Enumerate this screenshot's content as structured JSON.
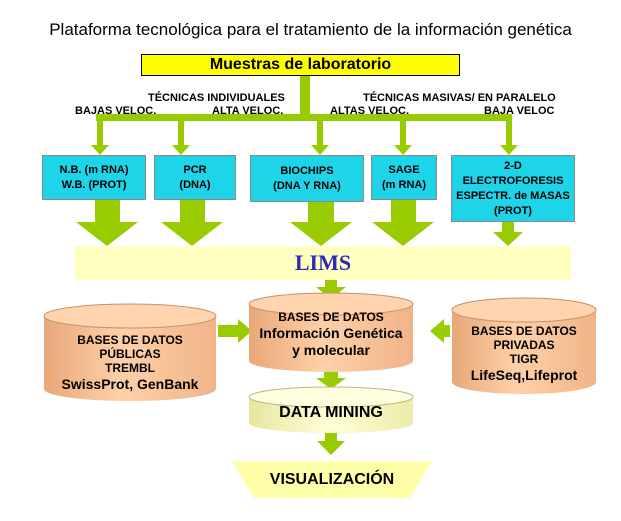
{
  "title": "Plataforma tecnológica para el tratamiento de la información genética",
  "samples": "Muestras de laboratorio",
  "labels": {
    "individual": "TÉCNICAS INDIVIDUALES",
    "massive": "TÉCNICAS MASIVAS/ EN PARALELO",
    "low_speed_1": "BAJAS VELOC.",
    "high_speed_1": "ALTA VELOC.",
    "high_speed_2": "ALTAS VELOC.",
    "low_speed_2": "BAJA VELOC"
  },
  "techniques": [
    {
      "line1": "N.B. (m RNA)",
      "line2": "W.B. (PROT)"
    },
    {
      "line1": "PCR",
      "line2": "(DNA)"
    },
    {
      "line1": "BIOCHIPS",
      "line2": "(DNA Y RNA)"
    },
    {
      "line1": "SAGE",
      "line2": "(m RNA)"
    },
    {
      "line1": "2-D",
      "line2": "ELECTROFORESIS",
      "line3": "ESPECTR. de MASAS",
      "line4": "(PROT)"
    }
  ],
  "lims": "LIMS",
  "db_public": {
    "line1": "BASES DE DATOS",
    "line2": "PÚBLICAS",
    "line3": "TREMBL",
    "line4": "SwissProt, GenBank"
  },
  "db_center": {
    "line1": "BASES DE DATOS",
    "line2": "Información Genética",
    "line3": "y molecular"
  },
  "db_private": {
    "line1": "BASES DE DATOS",
    "line2": "PRIVADAS",
    "line3": "TIGR",
    "line4": "LifeSeq,Lifeprot"
  },
  "data_mining": "DATA MINING",
  "visualization": "VISUALIZACIÓN",
  "colors": {
    "accent_green": "#99cc00",
    "samples_yellow": "#ffff00",
    "tech_cyan": "#1ed4e8",
    "lims_fill": "#ffffc0",
    "db_fill": "#ffcc99",
    "mining_fill": "#ffffc0",
    "lims_text": "#2b2bb8"
  }
}
